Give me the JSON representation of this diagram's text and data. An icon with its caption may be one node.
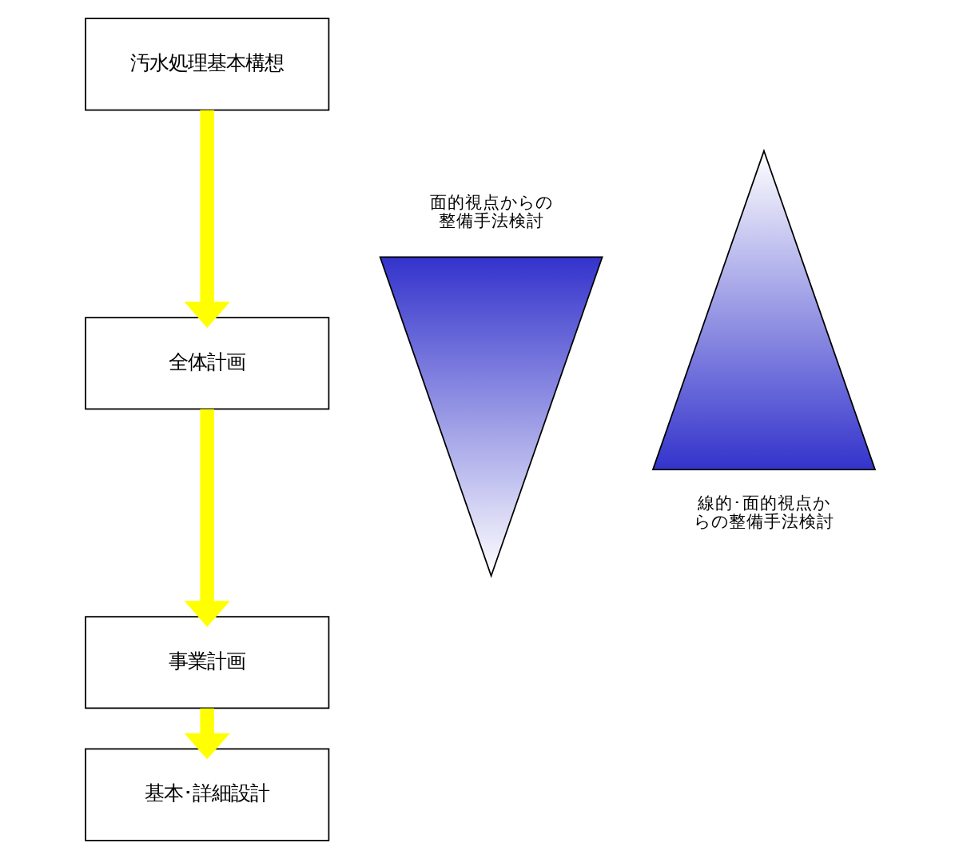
{
  "diagram": {
    "nodes": [
      {
        "text": [
          "汚水処理基本構想"
        ]
      },
      {
        "text": [
          "全体計画"
        ]
      },
      {
        "text": [
          "事業計画"
        ]
      },
      {
        "text": [
          "基本･詳細設計"
        ]
      },
      {
        "text": [
          "面的視点からの整備手法検討"
        ]
      },
      {
        "text": [
          "線的･面的視点からの整備手法検討"
        ]
      }
    ],
    "edges": [
      {
        "from": 0,
        "to": 1,
        "arrow": "to"
      },
      {
        "from": 1,
        "to": 2,
        "arrow": "to"
      },
      {
        "from": 2,
        "to": 3,
        "arrow": "to"
      }
    ]
  }
}
